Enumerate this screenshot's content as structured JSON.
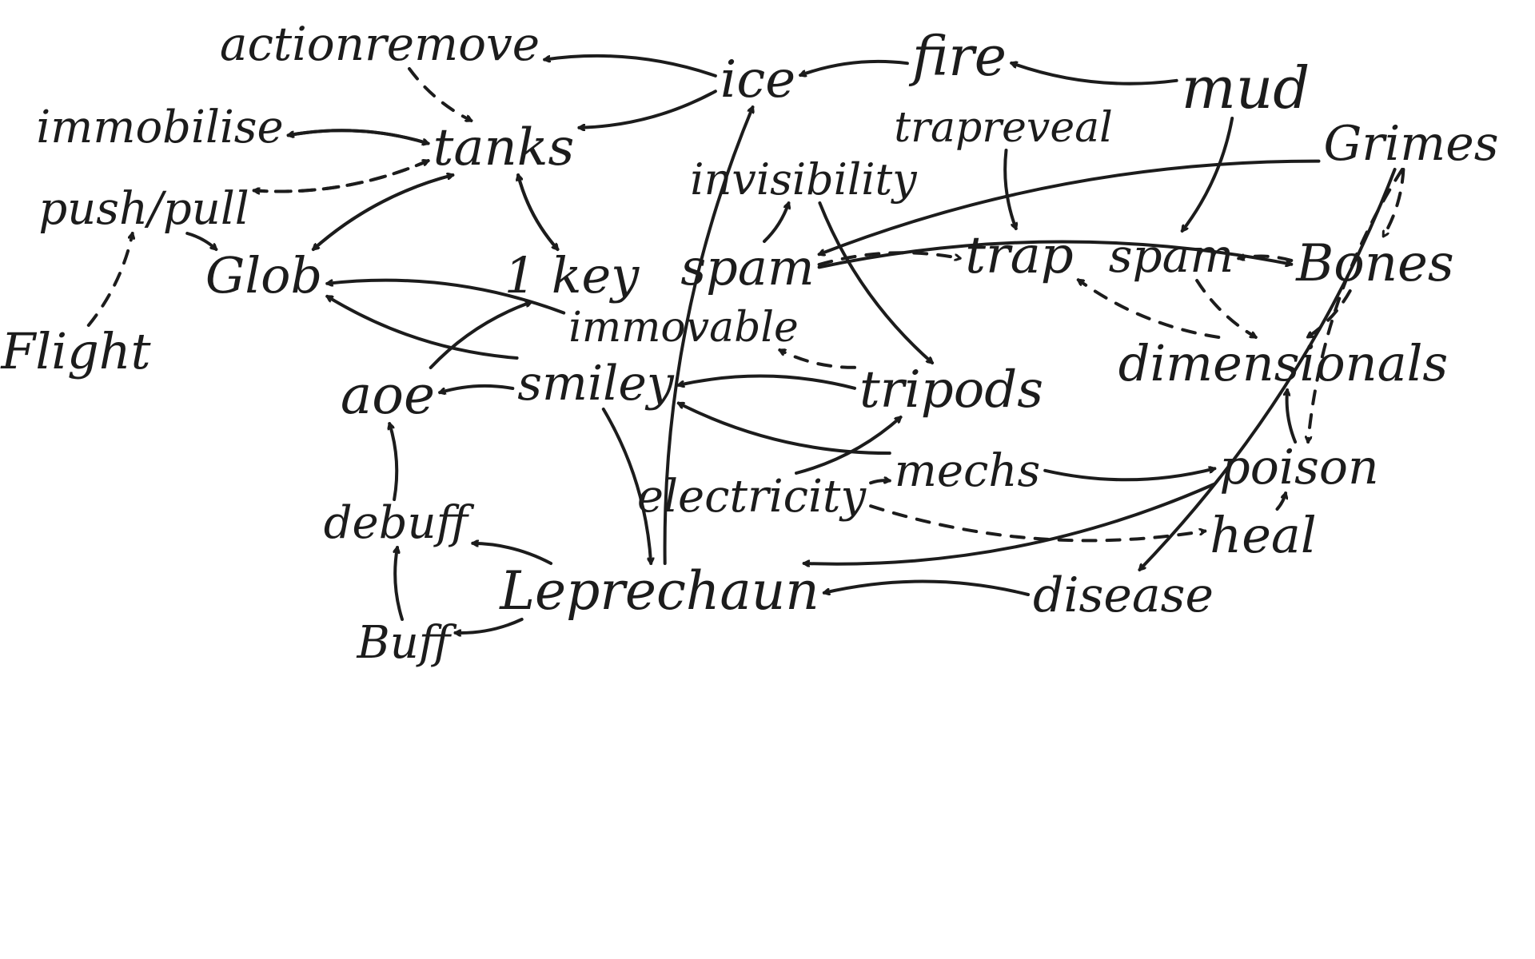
{
  "diagram": {
    "ink_color": "#1c1c1c",
    "background": "#ffffff",
    "nodes": [
      {
        "id": "actionremove",
        "label": "actionremove"
      },
      {
        "id": "ice",
        "label": "ice"
      },
      {
        "id": "fire",
        "label": "fire"
      },
      {
        "id": "mud",
        "label": "mud"
      },
      {
        "id": "immobilise",
        "label": "immobilise"
      },
      {
        "id": "tanks",
        "label": "tanks"
      },
      {
        "id": "trapreveal",
        "label": "trapreveal"
      },
      {
        "id": "grimes",
        "label": "Grimes"
      },
      {
        "id": "invisibility",
        "label": "invisibility"
      },
      {
        "id": "pushpull",
        "label": "push/pull"
      },
      {
        "id": "glob",
        "label": "Glob"
      },
      {
        "id": "onekey",
        "label": "1 key"
      },
      {
        "id": "spam1",
        "label": "spam"
      },
      {
        "id": "trap",
        "label": "trap"
      },
      {
        "id": "spam2",
        "label": "spam"
      },
      {
        "id": "bones",
        "label": "Bones"
      },
      {
        "id": "flight",
        "label": "Flight"
      },
      {
        "id": "immovable",
        "label": "immovable"
      },
      {
        "id": "aoe",
        "label": "aoe"
      },
      {
        "id": "smiley",
        "label": "smiley"
      },
      {
        "id": "tripods",
        "label": "tripods"
      },
      {
        "id": "dimensionals",
        "label": "dimensionals"
      },
      {
        "id": "mechs",
        "label": "mechs"
      },
      {
        "id": "poison",
        "label": "poison"
      },
      {
        "id": "electricity",
        "label": "electricity"
      },
      {
        "id": "debuff",
        "label": "debuff"
      },
      {
        "id": "heal",
        "label": "heal"
      },
      {
        "id": "leprechaun",
        "label": "Leprechaun"
      },
      {
        "id": "disease",
        "label": "disease"
      },
      {
        "id": "buff",
        "label": "Buff"
      }
    ],
    "edges": [
      {
        "from": "fire",
        "to": "ice",
        "style": "solid"
      },
      {
        "from": "mud",
        "to": "fire",
        "style": "solid"
      },
      {
        "from": "ice",
        "to": "actionremove",
        "style": "solid"
      },
      {
        "from": "ice",
        "to": "tanks",
        "style": "solid"
      },
      {
        "from": "actionremove",
        "to": "tanks",
        "style": "dashed"
      },
      {
        "from": "immobilise",
        "to": "tanks",
        "style": "solid"
      },
      {
        "from": "tanks",
        "to": "immobilise",
        "style": "solid"
      },
      {
        "from": "tanks",
        "to": "pushpull",
        "style": "dashed"
      },
      {
        "from": "pushpull",
        "to": "tanks",
        "style": "dashed"
      },
      {
        "from": "glob",
        "to": "tanks",
        "style": "solid"
      },
      {
        "from": "tanks",
        "to": "glob",
        "style": "solid"
      },
      {
        "from": "onekey",
        "to": "tanks",
        "style": "solid"
      },
      {
        "from": "tanks",
        "to": "onekey",
        "style": "solid"
      },
      {
        "from": "pushpull",
        "to": "glob",
        "style": "solid"
      },
      {
        "from": "flight",
        "to": "pushpull",
        "style": "dashed"
      },
      {
        "from": "aoe",
        "to": "onekey",
        "style": "solid"
      },
      {
        "from": "smiley",
        "to": "aoe",
        "style": "solid"
      },
      {
        "from": "smiley",
        "to": "leprechaun",
        "style": "solid"
      },
      {
        "from": "debuff",
        "to": "aoe",
        "style": "solid"
      },
      {
        "from": "buff",
        "to": "debuff",
        "style": "solid"
      },
      {
        "from": "leprechaun",
        "to": "debuff",
        "style": "solid"
      },
      {
        "from": "leprechaun",
        "to": "buff",
        "style": "solid"
      },
      {
        "from": "spam1",
        "to": "invisibility",
        "style": "solid"
      },
      {
        "from": "spam1",
        "to": "trap",
        "style": "dashed"
      },
      {
        "from": "grimes",
        "to": "spam1",
        "style": "solid"
      },
      {
        "from": "spam1",
        "to": "bones",
        "style": "solid"
      },
      {
        "from": "trapreveal",
        "to": "trap",
        "style": "solid"
      },
      {
        "from": "mud",
        "to": "spam2",
        "style": "solid"
      },
      {
        "from": "bones",
        "to": "spam2",
        "style": "dashed"
      },
      {
        "from": "grimes",
        "to": "bones",
        "style": "dashed"
      },
      {
        "from": "spam2",
        "to": "dimensionals",
        "style": "dashed"
      },
      {
        "from": "bones",
        "to": "dimensionals",
        "style": "dashed"
      },
      {
        "from": "invisibility",
        "to": "tripods",
        "style": "solid"
      },
      {
        "from": "tripods",
        "to": "immovable",
        "style": "dashed"
      },
      {
        "from": "tripods",
        "to": "smiley",
        "style": "solid"
      },
      {
        "from": "mechs",
        "to": "smiley",
        "style": "solid"
      },
      {
        "from": "electricity",
        "to": "tripods",
        "style": "solid"
      },
      {
        "from": "electricity",
        "to": "mechs",
        "style": "solid"
      },
      {
        "from": "mechs",
        "to": "poison",
        "style": "solid"
      },
      {
        "from": "dimensionals",
        "to": "trap",
        "style": "dashed"
      },
      {
        "from": "heal",
        "to": "poison",
        "style": "solid"
      },
      {
        "from": "poison",
        "to": "dimensionals",
        "style": "solid"
      },
      {
        "from": "electricity",
        "to": "heal",
        "style": "dashed"
      },
      {
        "from": "poison",
        "to": "leprechaun",
        "style": "solid"
      },
      {
        "from": "disease",
        "to": "leprechaun",
        "style": "solid"
      },
      {
        "from": "grimes",
        "to": "disease",
        "style": "solid"
      },
      {
        "from": "grimes",
        "to": "poison",
        "style": "dashed"
      },
      {
        "from": "smiley",
        "to": "glob",
        "style": "solid"
      },
      {
        "from": "immovable",
        "to": "glob",
        "style": "solid"
      },
      {
        "from": "leprechaun",
        "to": "ice",
        "style": "solid"
      }
    ]
  }
}
